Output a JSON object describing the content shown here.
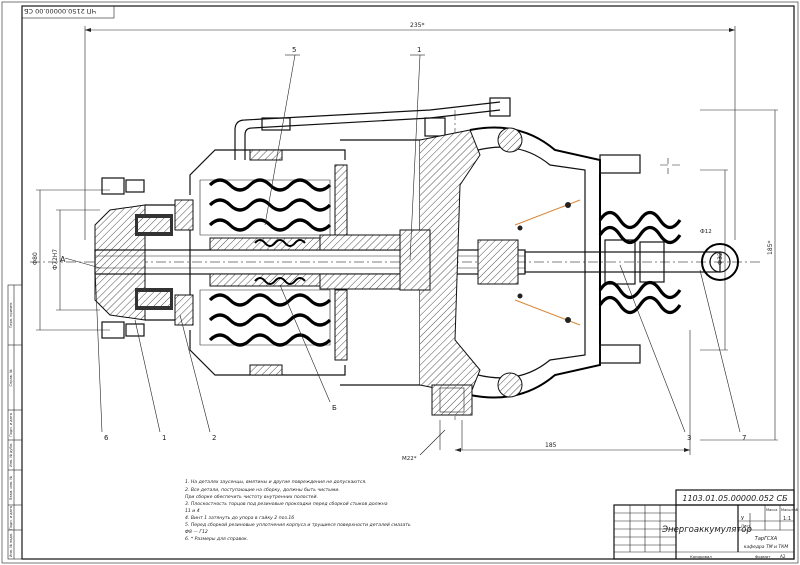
{
  "sheet": {
    "stamp_top": "ЧП 2150.00000.00 СБ",
    "notes": [
      "1. На деталях заусенцы, вмятины и другие повреждения не допускаются.",
      "2. Все детали, поступающие на сборку, должны быть чистыми.",
      "При сборке обеспечить чистоту внутренних полостей.",
      "3. Плоскостность торцов под резиновые прокладки перед сборкой стыков должна",
      "11 и 4",
      "4. Винт 1 затянуть до упора в гайку 2 поз.16",
      "5. Перед сборкой резиновые уплотнения корпуса и трущиеся поверхности деталей смазать",
      "Ф8 — Г12",
      "6. * Размеры для справок."
    ],
    "dimensions": {
      "overall": "235*",
      "left_height_1": "Ф80",
      "left_height_2": "Ф72Н7",
      "stroke": "185",
      "right_height_1": "Ф32",
      "right_height_2": "185*",
      "eye": "Ф12",
      "port": "М22*"
    },
    "callouts": {
      "top_5": "5",
      "top_1": "1",
      "bottom_6": "6",
      "bottom_1": "1",
      "bottom_2": "2",
      "bottom_b": "Б",
      "bottom_3": "3",
      "bottom_7": "7",
      "view_a": "А"
    },
    "title_block": {
      "doc_number": "1103.01.05.00000.052 СБ",
      "title": "Энергоаккумулятор",
      "mass_label": "Масса",
      "scale_label": "Масштаб",
      "scale": "1:1",
      "sheet_label": "Лист",
      "org_line1": "ТарГСХА",
      "org_line2": "кафедра ТМ и ТКМ",
      "format_label": "Формат",
      "format": "А2",
      "copied": "Копировал",
      "letter": "У"
    },
    "left_strip": [
      "Перв. примен.",
      "Справ. №",
      "Подп. и дата",
      "Инв. № дубл.",
      "Взам. инв. №",
      "Подп. и дата",
      "Инв. № подл."
    ]
  }
}
